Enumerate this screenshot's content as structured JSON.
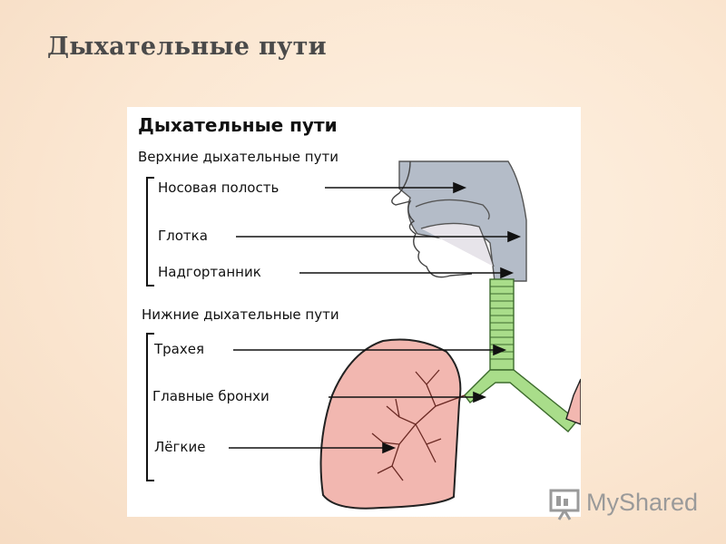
{
  "slide": {
    "title": "Дыхательные пути"
  },
  "figure": {
    "title": "Дыхательные пути",
    "upper_group": "Верхние дыхательные пути",
    "lower_group": "Нижние дыхательные пути",
    "labels": {
      "nasal_cavity": "Носовая полость",
      "pharynx": "Глотка",
      "epiglottis": "Надгортанник",
      "trachea": "Трахея",
      "main_bronchi": "Главные бронхи",
      "lungs": "Лёгкие"
    }
  },
  "brand": {
    "logo_text": "MyShared",
    "icon": "presentation-board-icon"
  },
  "colors": {
    "airway_gray": "#b4bcc8",
    "trachea_green": "#a9dd8a",
    "lung_pink": "#f2b7b0",
    "lung_outline": "#222222"
  }
}
